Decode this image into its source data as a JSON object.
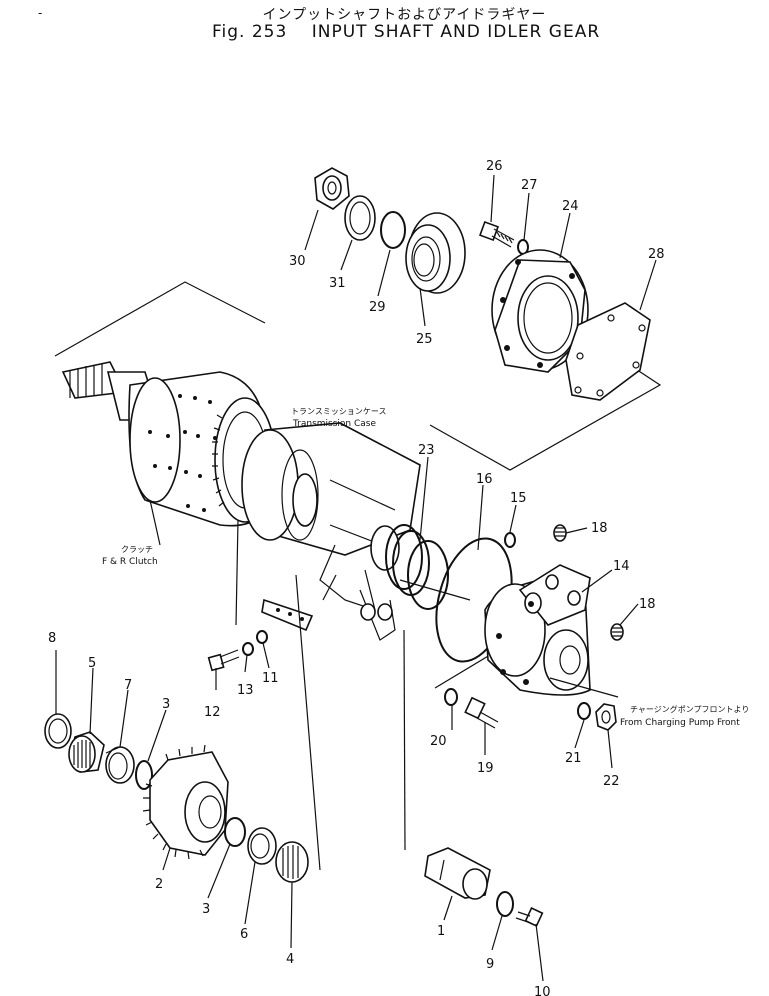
{
  "header": {
    "dash": "-",
    "title_jp": "インプットシャフトおよびアイドラギヤー",
    "fig_label": "Fig. 253",
    "title_en": "INPUT SHAFT AND IDLER GEAR"
  },
  "annotations": {
    "transmission_case_jp": "トランスミッションケース",
    "transmission_case_en": "Transmission Case",
    "clutch_jp": "クラッチ",
    "clutch_en": "F & R Clutch",
    "charging_pump_jp": "チャージングポンプフロントより",
    "charging_pump_en": "From Charging Pump Front"
  },
  "part_numbers": {
    "p1": "1",
    "p2": "2",
    "p3a": "3",
    "p3b": "3",
    "p4": "4",
    "p5": "5",
    "p6": "6",
    "p7": "7",
    "p8": "8",
    "p9": "9",
    "p10": "10",
    "p11": "11",
    "p12": "12",
    "p13": "13",
    "p14": "14",
    "p15": "15",
    "p16": "16",
    "p18a": "18",
    "p18b": "18",
    "p19": "19",
    "p20": "20",
    "p21": "21",
    "p22": "22",
    "p23": "23",
    "p24": "24",
    "p25": "25",
    "p26": "26",
    "p27": "27",
    "p28": "28",
    "p29": "29",
    "p30": "30",
    "p31": "31"
  }
}
